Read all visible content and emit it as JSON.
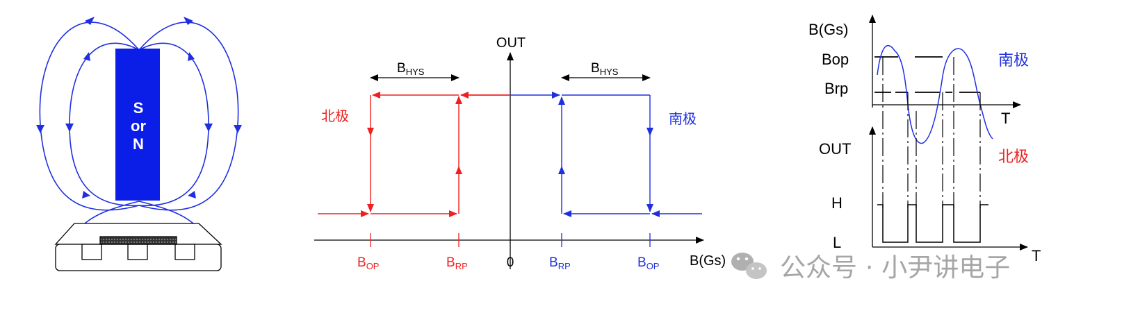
{
  "colors": {
    "blue": "#1f2fe0",
    "red": "#f02020",
    "black": "#000000",
    "watermark": "#a6a6a6"
  },
  "magnet": {
    "label_lines": [
      "S",
      "or",
      "N"
    ]
  },
  "hysteresis": {
    "y_axis_label": "OUT",
    "x_axis_label": "B(Gs)",
    "hys_label_main": "B",
    "hys_label_sub": "HYS",
    "tick_main": "B",
    "bop_sub": "OP",
    "brp_sub": "RP",
    "zero_label": "0",
    "north_label": "北极",
    "south_label": "南极"
  },
  "timing": {
    "b_axis_label": "B(Gs)",
    "bop_label": "Bop",
    "brp_label": "Brp",
    "t_label_top": "T",
    "out_label": "OUT",
    "h_label": "H",
    "l_label": "L",
    "t_label_bottom": "T",
    "south_label": "南极",
    "north_label": "北极"
  },
  "watermark": {
    "text": "公众号 · 小尹讲电子",
    "icon": "wechat-icon"
  }
}
